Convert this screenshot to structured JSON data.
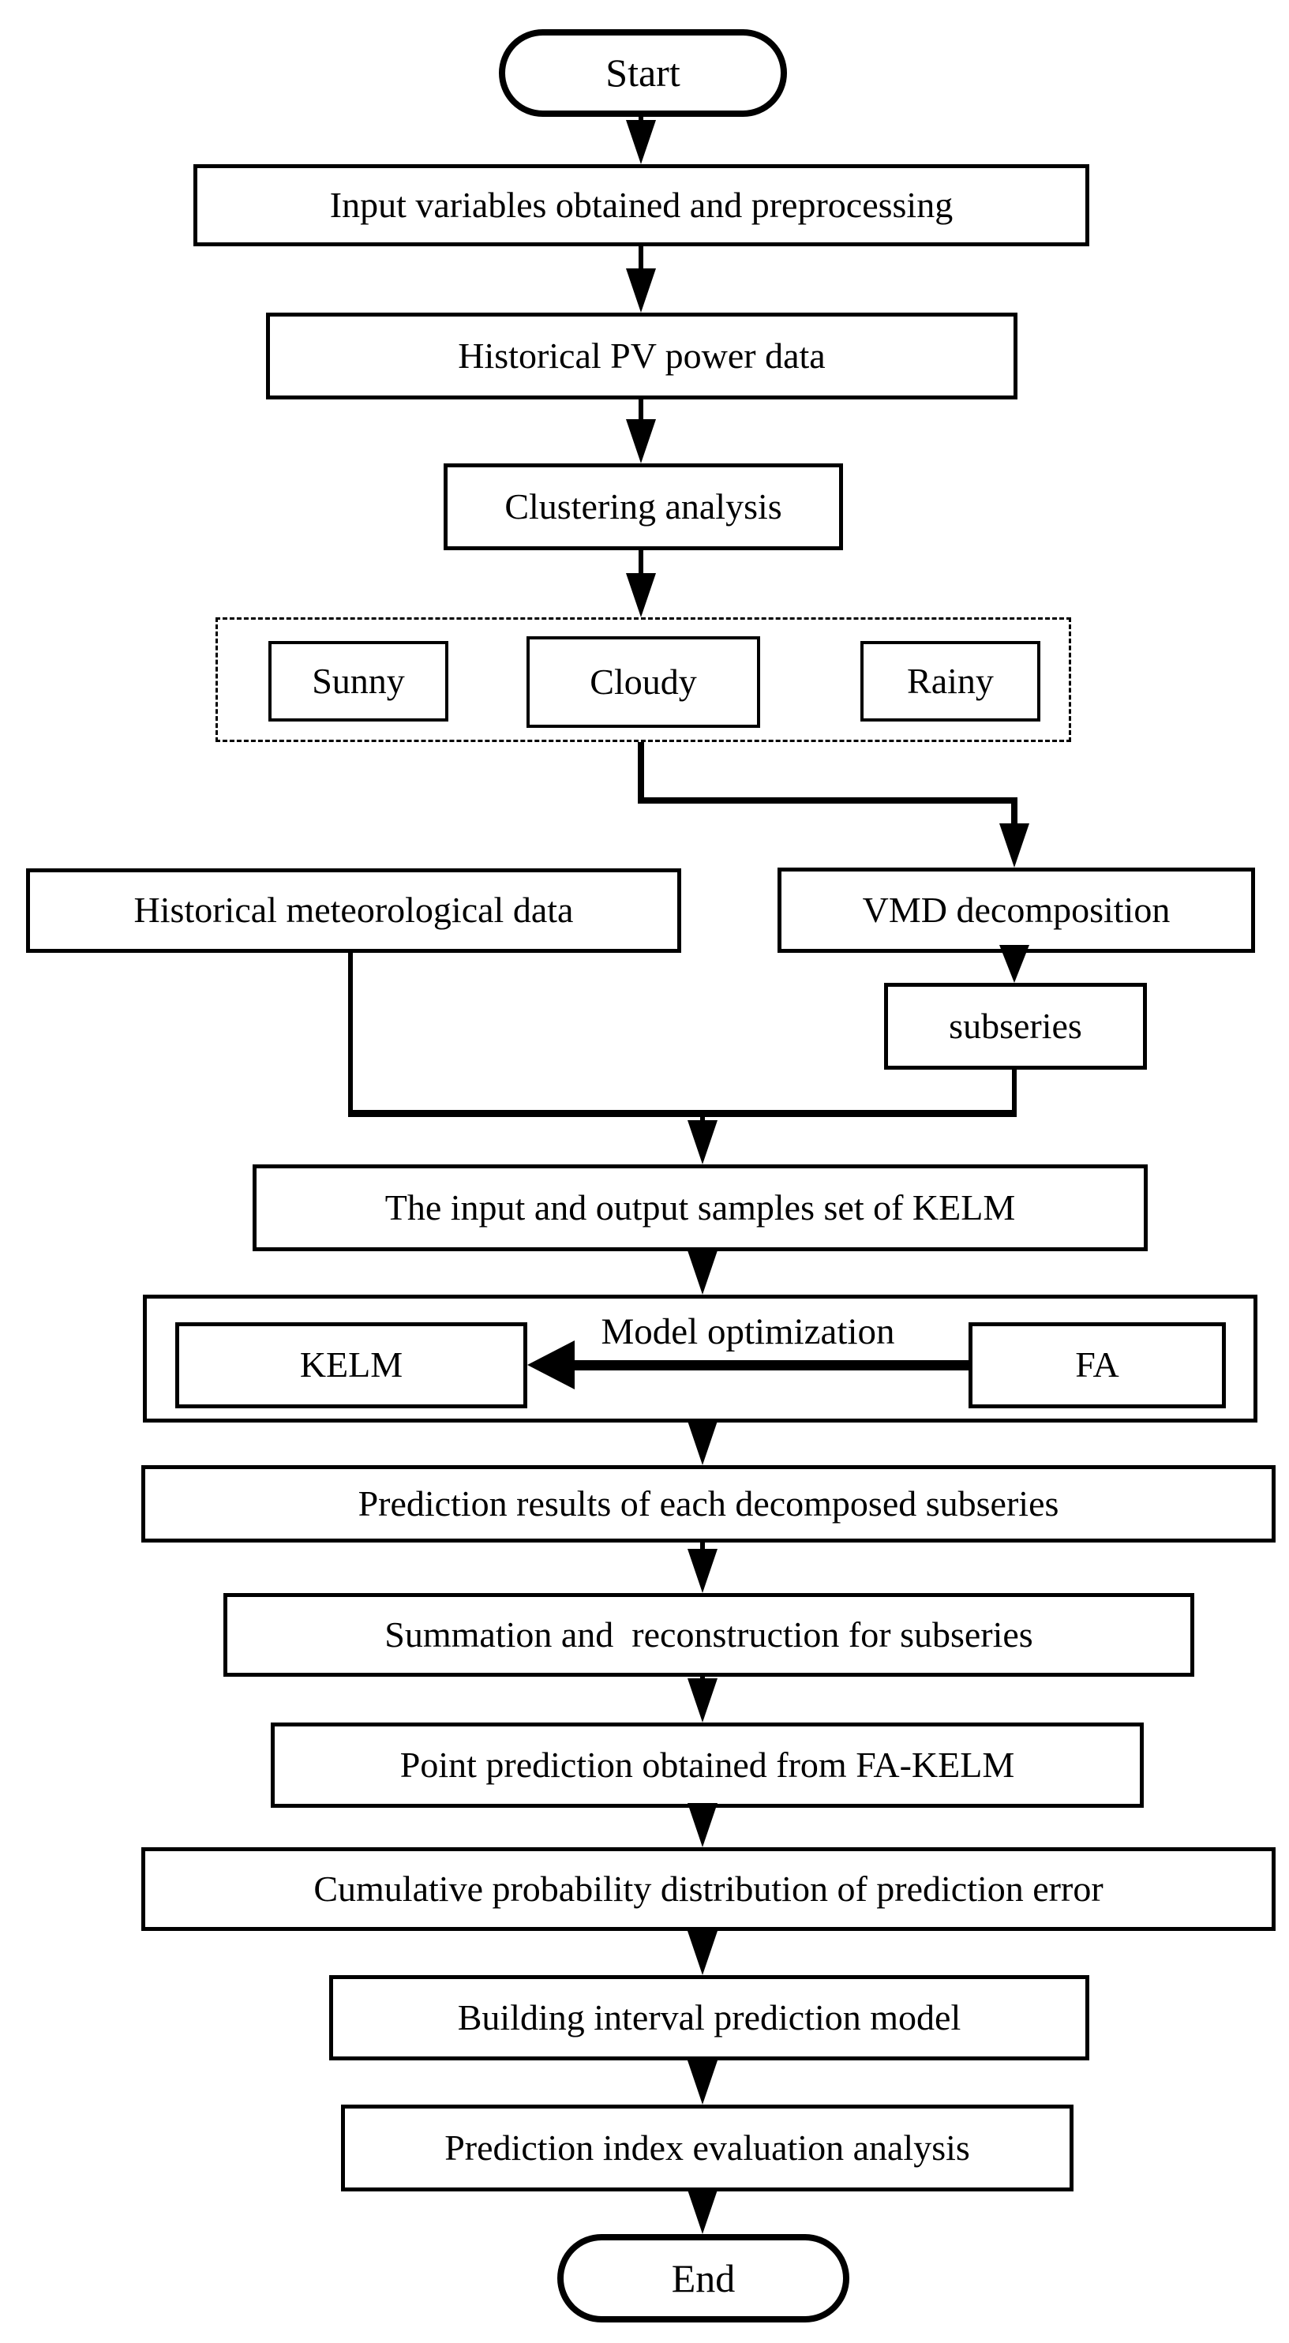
{
  "diagram": {
    "type": "flowchart",
    "colors": {
      "stroke": "#000000",
      "background": "#ffffff"
    },
    "nodes": {
      "start": {
        "label": "Start"
      },
      "input": {
        "label": "Input variables obtained and preprocessing"
      },
      "pv": {
        "label": "Historical PV power data"
      },
      "cluster": {
        "label": "Clustering analysis"
      },
      "sunny": {
        "label": "Sunny"
      },
      "cloudy": {
        "label": "Cloudy"
      },
      "rainy": {
        "label": "Rainy"
      },
      "meteo": {
        "label": "Historical meteorological data"
      },
      "vmd": {
        "label": "VMD decomposition"
      },
      "subseries": {
        "label": "subseries"
      },
      "samples": {
        "label": "The input and output samples set of KELM"
      },
      "kelm": {
        "label": "KELM"
      },
      "fa": {
        "label": "FA"
      },
      "model_opt": {
        "label": "Model optimization"
      },
      "pred_results": {
        "label": "Prediction results of each decomposed subseries"
      },
      "summation": {
        "label": "Summation and  reconstruction for subseries"
      },
      "point": {
        "label": "Point prediction obtained from FA-KELM"
      },
      "cumulative": {
        "label": "Cumulative probability distribution of prediction error"
      },
      "building": {
        "label": "Building interval prediction model"
      },
      "index": {
        "label": "Prediction index evaluation analysis"
      },
      "end": {
        "label": "End"
      }
    }
  }
}
